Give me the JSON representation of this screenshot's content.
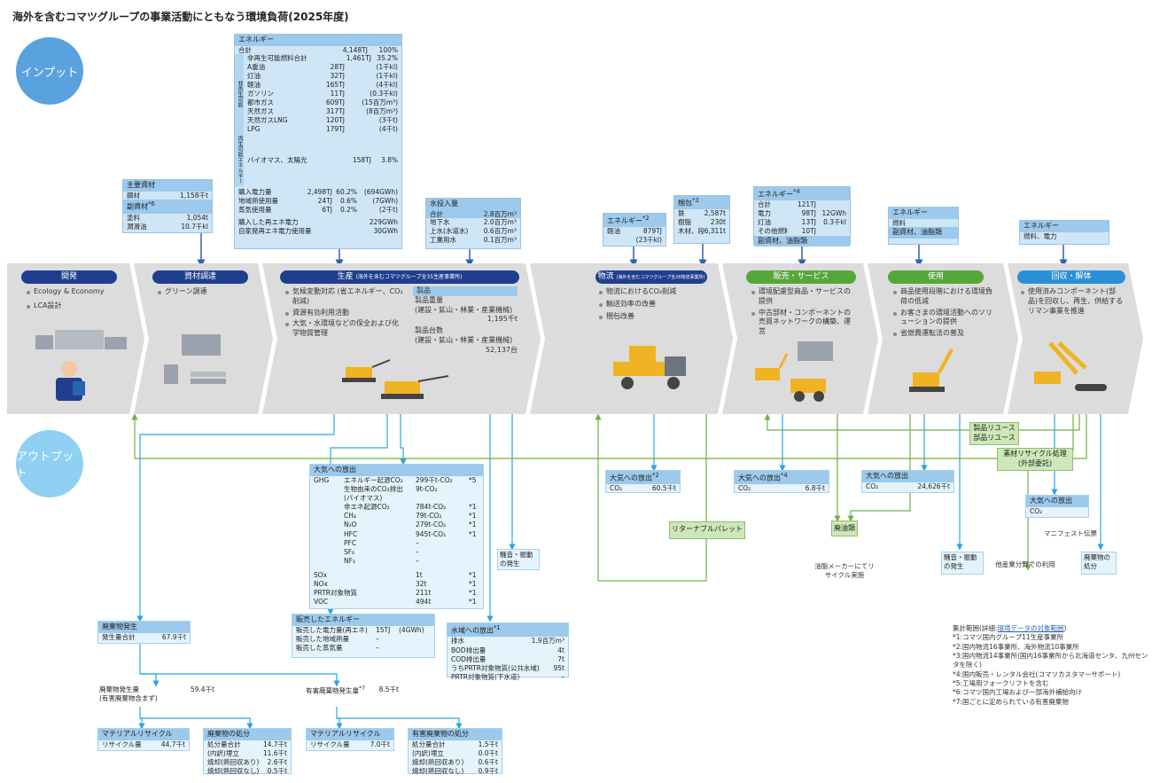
{
  "title": "海外を含むコマツグループの事業活動にともなう環境負荷(2025年度)",
  "input_label": "インプット",
  "output_label": "アウトプット",
  "energy_main": {
    "header": "エネルギー",
    "total": {
      "label": "合計",
      "value": "4,148TJ",
      "pct": "100%"
    },
    "nonrenew_total": {
      "label": "非再生可能燃料合計",
      "value": "1,461TJ",
      "pct": "35.2%"
    },
    "nonrenew_side": "非再生可能",
    "nonrenew_items": [
      {
        "label": "A重油",
        "value": "28TJ",
        "unit": "(1千kl)"
      },
      {
        "label": "灯油",
        "value": "32TJ",
        "unit": "(1千kl)"
      },
      {
        "label": "軽油",
        "value": "165TJ",
        "unit": "(4千kl)"
      },
      {
        "label": "ガソリン",
        "value": "11TJ",
        "unit": "(0.3千kl)"
      },
      {
        "label": "都市ガス",
        "value": "609TJ",
        "unit": "(15百万m³)"
      },
      {
        "label": "天然ガス",
        "value": "317TJ",
        "unit": "(8百万m³)"
      },
      {
        "label": "天然ガスLNG",
        "value": "120TJ",
        "unit": "(3千t)"
      },
      {
        "label": "LPG",
        "value": "179TJ",
        "unit": "(4千t)"
      }
    ],
    "renew_side": "再生可能エネルギー",
    "renew_item": {
      "label": "バイオマス、太陽光",
      "value": "158TJ",
      "pct": "3.8%"
    },
    "purchased": [
      {
        "label": "購入電力量",
        "value": "2,498TJ",
        "pct": "60.2%",
        "unit": "(694GWh)"
      },
      {
        "label": "地域熱使用量",
        "value": "24TJ",
        "pct": "0.6%",
        "unit": "(7GWh)"
      },
      {
        "label": "蒸気使用量",
        "value": "6TJ",
        "pct": "0.2%",
        "unit": "(2千t)"
      }
    ],
    "renewable_elec": [
      {
        "label": "購入した再エネ電力",
        "value": "229GWh"
      },
      {
        "label": "自家発再エネ電力使用量",
        "value": "30GWh"
      }
    ]
  },
  "materials": {
    "header1": "主要資材",
    "steel": {
      "label": "鋼材",
      "value": "1,158千t"
    },
    "header2": "副資材",
    "header2_mark": "*6",
    "paint": {
      "label": "塗料",
      "value": "1,054t"
    },
    "oil": {
      "label": "潤滑油",
      "value": "10.7千kl"
    }
  },
  "water_in": {
    "header": "水投入量",
    "total": {
      "label": "合計",
      "value": "2.8百万m³"
    },
    "items": [
      {
        "label": "地下水",
        "value": "2.0百万m³"
      },
      {
        "label": "上水(水道水)",
        "value": "0.6百万m³"
      },
      {
        "label": "工業用水",
        "value": "0.1百万m³"
      }
    ]
  },
  "logistics_energy": {
    "header": "エネルギー",
    "mark": "*2",
    "label": "軽油",
    "value": "879TJ",
    "sub": "(23千kl)"
  },
  "packaging": {
    "header": "梱包",
    "mark": "*3",
    "items": [
      {
        "label": "鉄",
        "value": "2,587t"
      },
      {
        "label": "樹脂",
        "value": "230t"
      },
      {
        "label": "木材、段ボール",
        "value": "6,311t"
      }
    ]
  },
  "sales_energy": {
    "header": "エネルギー",
    "mark": "*4",
    "items": [
      {
        "label": "合計",
        "value": "121TJ",
        "unit": ""
      },
      {
        "label": "電力",
        "value": "98TJ",
        "unit": "12GWh"
      },
      {
        "label": "灯油",
        "value": "13TJ",
        "unit": "0.3千kl"
      },
      {
        "label": "その他燃料",
        "value": "10TJ",
        "unit": ""
      }
    ],
    "footer": "副資材、油脂類"
  },
  "use_input": {
    "header": "エネルギー",
    "line1": "燃料",
    "footer": "副資材、油脂類"
  },
  "recovery_input": {
    "header": "エネルギー",
    "line1": "燃料、電力"
  },
  "stages": [
    {
      "name": "開発",
      "color": "#1f3f8e",
      "bullets": [
        "Ecology & Economy",
        "LCA設計"
      ]
    },
    {
      "name": "資材調達",
      "color": "#1f3f8e",
      "bullets": [
        "グリーン調達"
      ]
    },
    {
      "name": "生産",
      "name_sub": "(海外を含むコマツグループ全35生産事業所)",
      "color": "#1f3f8e",
      "bullets": [
        "気候変動対応 (省エネルギー、CO₂削減)",
        "資源有効利用活動",
        "大気・水環境などの保全および化学物質管理"
      ]
    },
    {
      "name": "物流",
      "name_sub": "(海外を含むコマツグループ全26物流事業所)",
      "color": "#1f3f8e",
      "bullets": [
        "物流におけるCO₂削減",
        "輸送効率の改善",
        "梱包改善"
      ]
    },
    {
      "name": "販売・サービス",
      "color": "#57a63a",
      "bullets": [
        "環境配慮型商品・サービスの提供",
        "中古部材・コンポーネントの売買ネットワークの構築、運営"
      ]
    },
    {
      "name": "使用",
      "color": "#57a63a",
      "bullets": [
        "商品使用段階における環境負荷の低減",
        "お客さまの環境活動へのソリューションの提供",
        "省燃費運転法の普及"
      ]
    },
    {
      "name": "回収・解体",
      "color": "#2b8fd6",
      "bullets": [
        "使用済みコンポーネント(部品)を回収し、再生、供給するリマン事業を推進"
      ]
    }
  ],
  "products": {
    "header": "製品",
    "weight_label": "製品重量",
    "weight_sub": "(建設・鉱山・林業・産業機械)",
    "weight_value": "1,195千t",
    "count_label": "製品台数",
    "count_sub": "(建設・鉱山・林業・産業機械)",
    "count_value": "52,137台"
  },
  "air_emissions": {
    "header": "大気への放出",
    "ghg_label": "GHG",
    "items": [
      {
        "label": "エネルギー起源CO₂",
        "value": "299千t-CO₂",
        "mark": "*5"
      },
      {
        "label": "生物由来のCO₂排出",
        "value": "9t-CO₂",
        "mark": ""
      },
      {
        "label": "(バイオマス)",
        "value": "",
        "mark": ""
      },
      {
        "label": "非エネ起源CO₂",
        "value": "784t-CO₂",
        "mark": "*1"
      },
      {
        "label": "CH₄",
        "value": "79t-CO₂",
        "mark": "*1"
      },
      {
        "label": "N₂O",
        "value": "279t-CO₂",
        "mark": "*1"
      },
      {
        "label": "HFC",
        "value": "945t-CO₂",
        "mark": "*1"
      },
      {
        "label": "PFC",
        "value": "–",
        "mark": ""
      },
      {
        "label": "SF₆",
        "value": "–",
        "mark": ""
      },
      {
        "label": "NF₃",
        "value": "–",
        "mark": ""
      }
    ],
    "others": [
      {
        "label": "SOx",
        "value": "1t",
        "mark": "*1"
      },
      {
        "label": "NOx",
        "value": "32t",
        "mark": "*1"
      },
      {
        "label": "PRTR対象物質",
        "value": "211t",
        "mark": "*1"
      },
      {
        "label": "VOC",
        "value": "494t",
        "mark": "*1"
      }
    ]
  },
  "noise_prod": "騒音・振動の発生",
  "logistics_air": {
    "header": "大気への放出",
    "mark": "*2",
    "label": "CO₂",
    "value": "60.5千t"
  },
  "sales_air": {
    "header": "大気への放出",
    "mark": "*4",
    "label": "CO₂",
    "value": "6.8千t"
  },
  "use_air": {
    "header": "大気への放出",
    "label": "CO₂",
    "value": "24,626千t"
  },
  "recovery_air": {
    "header": "大気への放出",
    "label": "CO₂"
  },
  "returnable_pallet": "リターナブルパレット",
  "oils": "廃油類",
  "oil_note": "油脂メーカーにてリサイクル実施",
  "noise_use": "騒音・振動の発生",
  "reuse_parts": [
    "製品リユース",
    "部品リユース"
  ],
  "material_recycle": [
    "素材リサイクル処理",
    "(外部委託)"
  ],
  "other_industry": "他産業分野での利用",
  "manifest": "マニフェスト伝票",
  "waste_disposal": "廃棄物の処分",
  "waste": {
    "header": "廃棄物発生",
    "total_label": "発生量合計",
    "total_value": "67.9千t",
    "general_label": "廃棄物発生量",
    "general_sub": "(有害廃棄物含まず)",
    "general_value": "59.4千t",
    "hazard_label": "有害廃棄物発生量",
    "hazard_mark": "*7",
    "hazard_value": "8.5千t"
  },
  "recycle1": {
    "header": "マテリアルリサイクル",
    "label": "リサイクル量",
    "value": "44.7千t"
  },
  "disposal1": {
    "header": "廃棄物の処分",
    "items": [
      {
        "label": "処分量合計",
        "value": "14.7千t"
      },
      {
        "label": "(内訳)埋立",
        "value": "11.6千t"
      },
      {
        "label": "焼却(熱回収あり)",
        "value": "2.6千t"
      },
      {
        "label": "焼却(熱回収なし)",
        "value": "0.5千t"
      }
    ]
  },
  "recycle2": {
    "header": "マテリアルリサイクル",
    "label": "リサイクル量",
    "value": "7.0千t"
  },
  "disposal2": {
    "header": "有害廃棄物の処分",
    "items": [
      {
        "label": "処分量合計",
        "value": "1.5千t"
      },
      {
        "label": "(内訳)埋立",
        "value": "0.0千t"
      },
      {
        "label": "焼却(熱回収あり)",
        "value": "0.6千t"
      },
      {
        "label": "焼却(熱回収なし)",
        "value": "0.9千t"
      }
    ]
  },
  "sold_energy": {
    "header": "販売したエネルギー",
    "items": [
      {
        "label": "販売した電力量(再エネ)",
        "value": "15TJ",
        "unit": "(4GWh)"
      },
      {
        "label": "販売した地域熱量",
        "value": "–",
        "unit": ""
      },
      {
        "label": "販売した蒸気量",
        "value": "–",
        "unit": ""
      }
    ]
  },
  "water_out": {
    "header": "水域への放出",
    "mark": "*1",
    "items": [
      {
        "label": "排水",
        "value": "1.9百万m³"
      },
      {
        "label": "BOD排出量",
        "value": "4t"
      },
      {
        "label": "COD排出量",
        "value": "7t"
      },
      {
        "label": "うちPRTR対象物質(公共水域)",
        "value": "95t"
      },
      {
        "label": "PRTR対象物質(下水道)",
        "value": "–"
      }
    ]
  },
  "footnotes": {
    "scope_prefix": "集計範囲(詳細:",
    "scope_link": "環境データの対象範囲",
    "scope_suffix": ")",
    "notes": [
      "*1:コマツ国内グループ11生産事業所",
      "*2:国内物流16事業所、海外物流10事業所",
      "*3:国内物流14事業所(国内16事業所から北海道センタ、九州センタを除く)",
      "*4:国内販売・レンタル会社(コマツカスタマーサポート)",
      "*5:工場用フォークリフトを含む",
      "*6:コマツ国内工場および一部海外補給向け",
      "*7:国ごとに定められている有害廃棄物"
    ]
  }
}
